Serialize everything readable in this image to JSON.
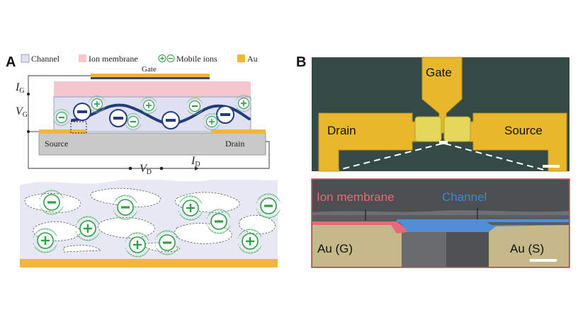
{
  "panel_a": {
    "letter": "A",
    "legend": {
      "channel": "Channel",
      "ion_membrane": "Ion membrane",
      "mobile_ions": "Mobile ions",
      "au": "Au"
    },
    "labels": {
      "gate": "Gate",
      "source": "Source",
      "drain": "Drain",
      "ig": "I",
      "ig_sub": "G",
      "vg": "V",
      "vg_sub": "G",
      "vd": "V",
      "vd_sub": "D",
      "id": "I",
      "id_sub": "D"
    }
  },
  "panel_b": {
    "letter": "B",
    "labels": {
      "gate": "Gate",
      "drain": "Drain",
      "source": "Source",
      "ion_membrane": "Ion membrane",
      "channel": "Channel",
      "au_g": "Au (G)",
      "au_s": "Au (S)"
    }
  },
  "colors": {
    "channel": "#dfe0f1",
    "ion_membrane": "#f4c7cf",
    "au": "#f2b63c",
    "ion_green": "#2f9e47",
    "wave": "#233c7a",
    "micrograph_bg": "#334a45",
    "electrode": "#e8b72b",
    "membrane_text": "#e86a7a",
    "channel_text": "#2d8fd6",
    "frame_red": "#c44a55"
  }
}
